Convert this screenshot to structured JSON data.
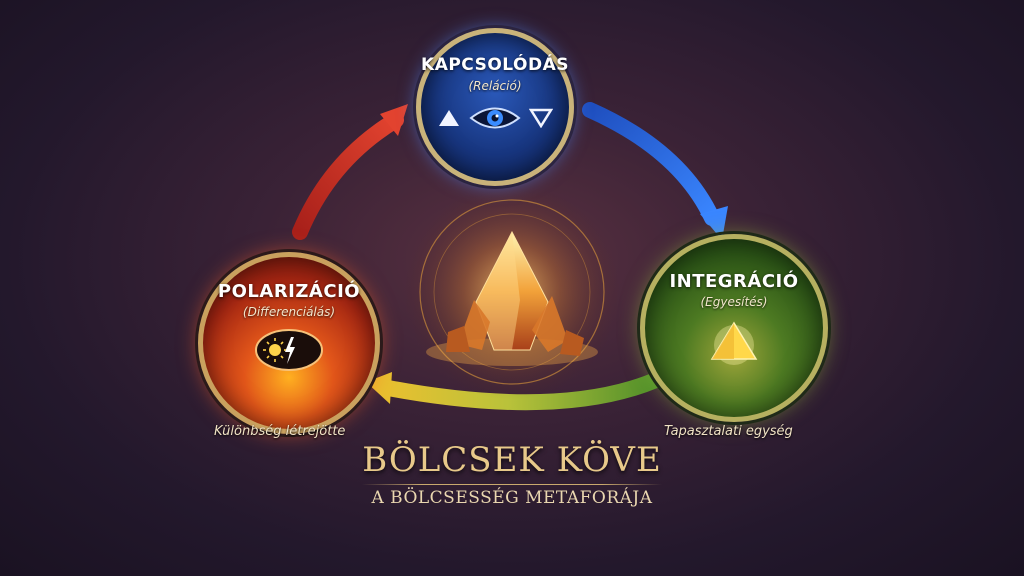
{
  "nodes": {
    "top": {
      "title": "KAPCSOLÓDÁS",
      "subtitle": "(Reláció)",
      "icon": "eye-with-triangles-icon"
    },
    "left": {
      "title": "POLARIZÁCIÓ",
      "subtitle": "(Differenciálás)",
      "icon": "sun-moon-lightning-icon"
    },
    "right": {
      "title": "INTEGRÁCIÓ",
      "subtitle": "(Egyesítés)",
      "icon": "glowing-pyramid-icon"
    }
  },
  "captions": {
    "left": "Különbség létrejötte",
    "right": "Tapasztalati egység"
  },
  "footer": {
    "title": "BÖLCSEK KÖVE",
    "subtitle": "A BÖLCSESSÉG METAFORÁJA"
  },
  "colors": {
    "arrow_red": "#d8392b",
    "arrow_blue": "#2f6fe0",
    "arrow_green_yellow": "#b9c23a",
    "gold": "#c9a96e"
  }
}
